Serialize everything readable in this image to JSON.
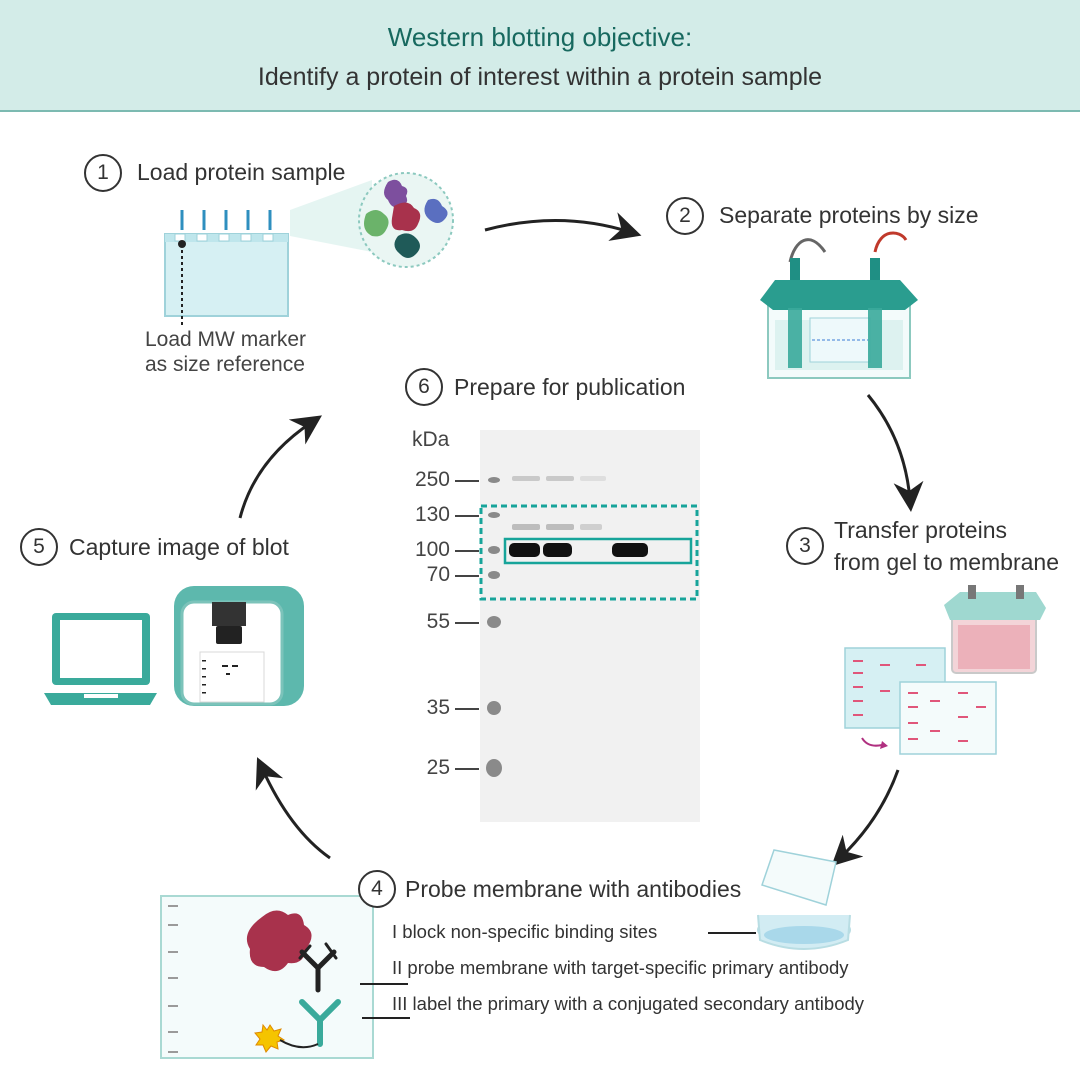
{
  "header": {
    "title": "Western blotting objective:",
    "subtitle": "Identify a protein of interest within a protein sample"
  },
  "steps": [
    {
      "num": "1",
      "title": "Load protein sample"
    },
    {
      "num": "2",
      "title": "Separate proteins by size"
    },
    {
      "num": "3",
      "title_line1": "Transfer proteins",
      "title_line2": "from gel to membrane"
    },
    {
      "num": "4",
      "title": "Probe membrane with antibodies"
    },
    {
      "num": "5",
      "title": "Capture image of blot"
    },
    {
      "num": "6",
      "title": "Prepare for publication"
    }
  ],
  "marker_note": {
    "line1": "Load MW marker",
    "line2": "as size reference"
  },
  "probe_steps": [
    "I block non-specific binding sites",
    "II probe membrane with target-specific primary antibody",
    "III label the primary with a conjugated secondary antibody"
  ],
  "blot": {
    "unit": "kDa",
    "mw_labels": [
      "250",
      "130",
      "100",
      "70",
      "55",
      "35",
      "25"
    ]
  },
  "colors": {
    "teal": "#3aaa9b",
    "dark_teal": "#17695f",
    "header_bg": "#d3ece8",
    "protein_red": "#a8324c",
    "arrow": "#222222"
  },
  "icons": [
    "pipette-icon",
    "gel-icon",
    "protein-cluster-icon",
    "electrophoresis-tank-icon",
    "transfer-tank-icon",
    "membrane-icon",
    "tray-icon",
    "antibody-icon",
    "laptop-icon",
    "imager-icon",
    "fluorophore-icon"
  ]
}
